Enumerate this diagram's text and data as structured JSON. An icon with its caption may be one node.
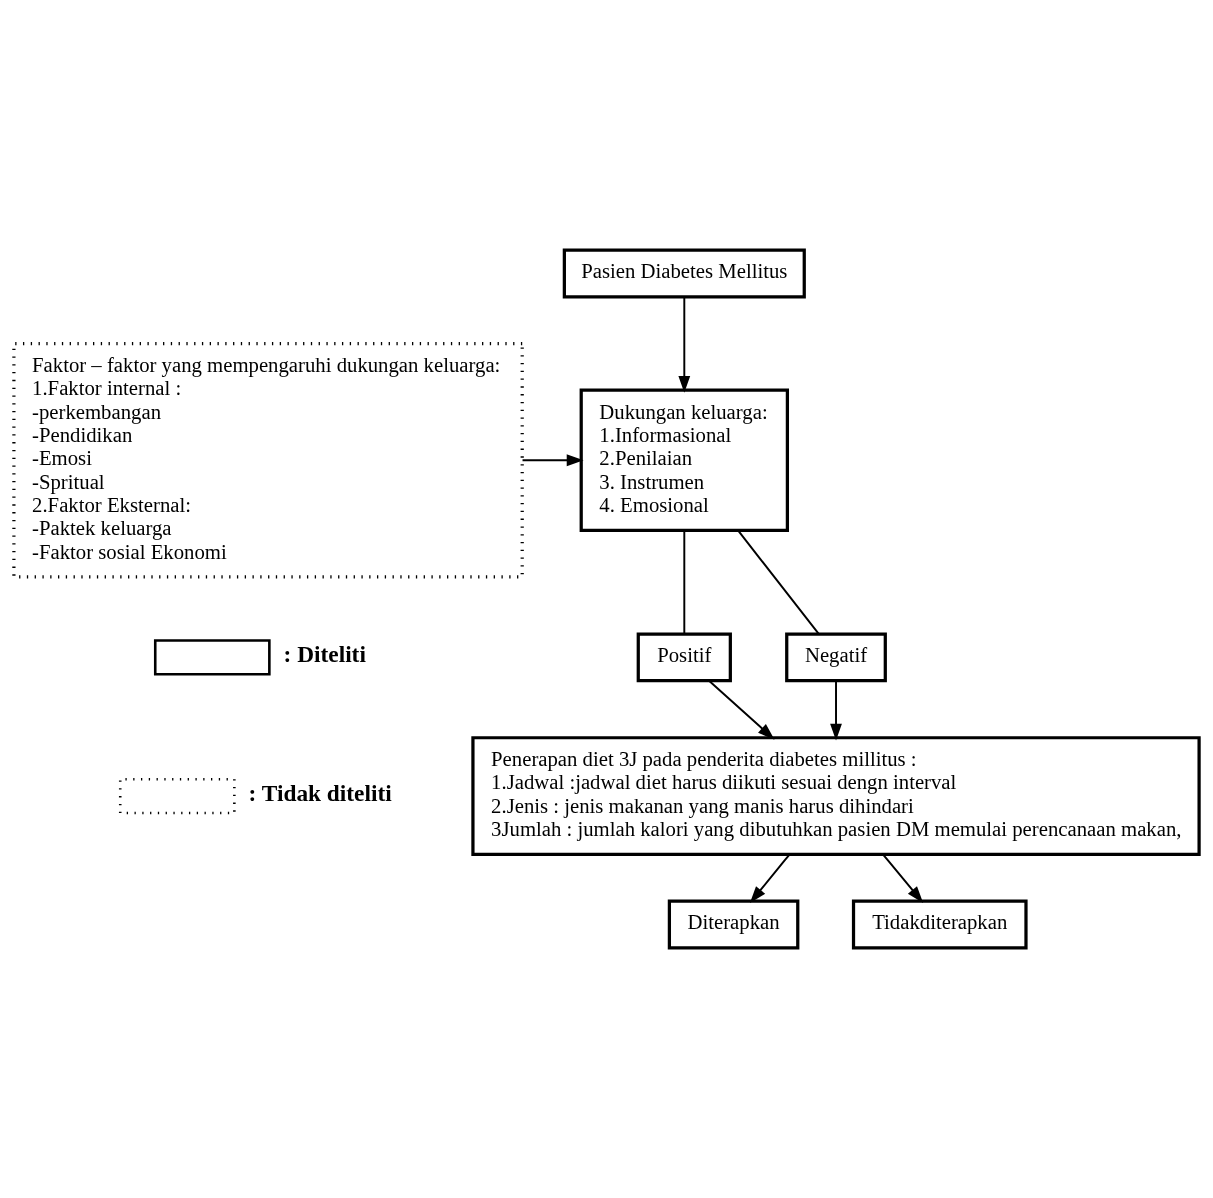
{
  "diagram": {
    "nodes": [
      {
        "text": [
          "Faktor – faktor yang mempengaruhi dukungan keluarga:",
          "1.Faktor internal :",
          "-perkembangan",
          "-Pendidikan",
          "-Emosi",
          "-Spritual",
          "2.Faktor Eksternal:",
          "-Paktek keluarga",
          "-Faktor sosial Ekonomi"
        ]
      },
      {
        "text": [
          "Pasien Diabetes Mellitus"
        ]
      },
      {
        "text": [
          "Dukungan keluarga:",
          "1.Informasional",
          "2.Penilaian",
          "3. Instrumen",
          "4. Emosional"
        ]
      },
      {
        "text": [
          "Positif"
        ]
      },
      {
        "text": [
          "Negatif"
        ]
      },
      {
        "text": [
          "Penerapan diet 3J pada penderita diabetes millitus :",
          "1.Jadwal :jadwal diet harus diikuti sesuai dengn interval",
          "2.Jenis : jenis makanan yang manis harus dihindari",
          "3Jumlah : jumlah kalori yang dibutuhkan pasien DM memulai perencanaan makan,"
        ]
      },
      {
        "text": [
          "Diterapkan"
        ]
      },
      {
        "text": [
          "Tidakditerapkan"
        ]
      }
    ],
    "edges": [
      {
        "from": 1,
        "to": 2,
        "arrow": "to"
      },
      {
        "from": 0,
        "to": 2,
        "arrow": "to"
      },
      {
        "from": 2,
        "to": 3,
        "arrow": "none"
      },
      {
        "from": 2,
        "to": 4,
        "arrow": "none"
      },
      {
        "from": 3,
        "to": 5,
        "arrow": "to"
      },
      {
        "from": 4,
        "to": 5,
        "arrow": "to"
      },
      {
        "from": 5,
        "to": 6,
        "arrow": "to"
      },
      {
        "from": 5,
        "to": 7,
        "arrow": "to"
      }
    ],
    "legend": [
      {
        "text": ": Diteliti"
      },
      {
        "text": ": Tidak diteliti"
      }
    ]
  }
}
